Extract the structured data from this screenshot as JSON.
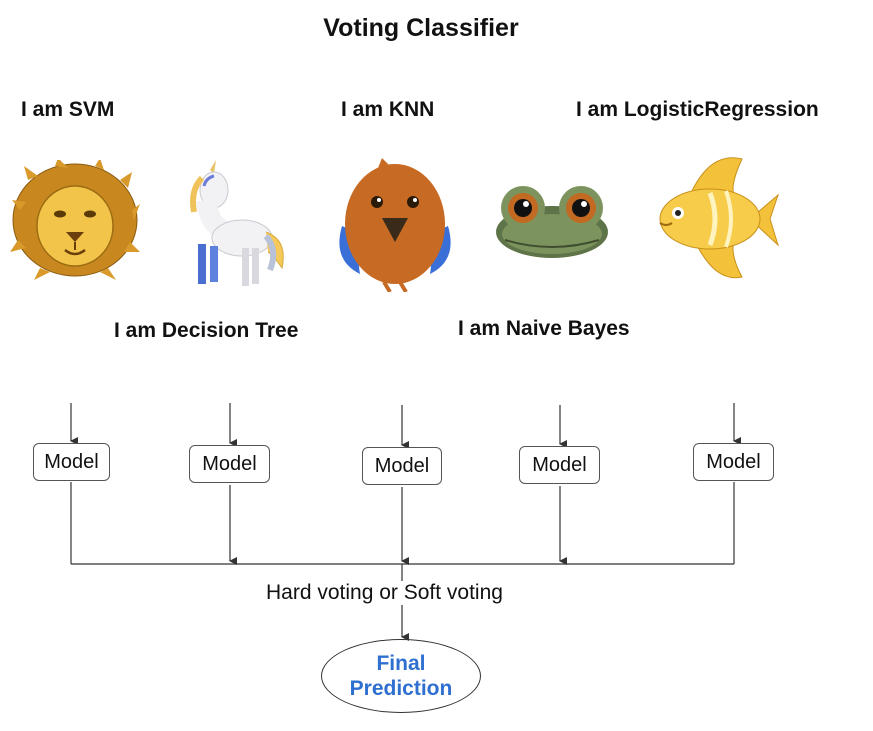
{
  "title": "Voting Classifier",
  "labels": {
    "svm": "I am SVM",
    "knn": "I am KNN",
    "logreg": "I am LogisticRegression",
    "tree": "I am Decision Tree",
    "bayes": "I am Naive Bayes"
  },
  "models": [
    "Model",
    "Model",
    "Model",
    "Model",
    "Model"
  ],
  "voting_label": "Hard voting or Soft voting",
  "final": {
    "line1": "Final",
    "line2": "Prediction"
  },
  "colors": {
    "final_text": "#2f6fd0",
    "line": "#333333"
  },
  "icons": [
    "lion-icon",
    "unicorn-icon",
    "bird-icon",
    "frog-icon",
    "fish-icon"
  ]
}
